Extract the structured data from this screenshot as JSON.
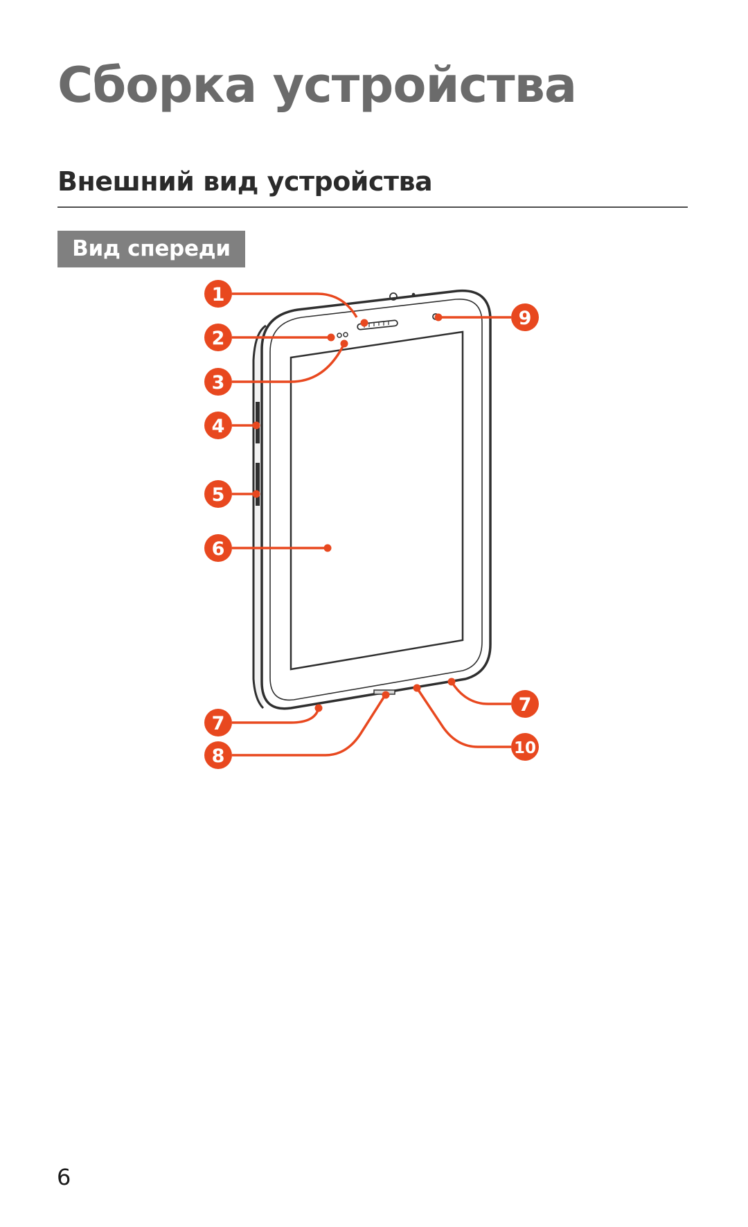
{
  "document": {
    "title": "Сборка устройства",
    "section_heading": "Внешний вид устройства",
    "subheading": "Вид спереди",
    "page_number": "6"
  },
  "figure": {
    "callout_color": "#e8481f",
    "callouts": [
      "1",
      "2",
      "3",
      "4",
      "5",
      "6",
      "7",
      "8",
      "9",
      "10"
    ]
  }
}
